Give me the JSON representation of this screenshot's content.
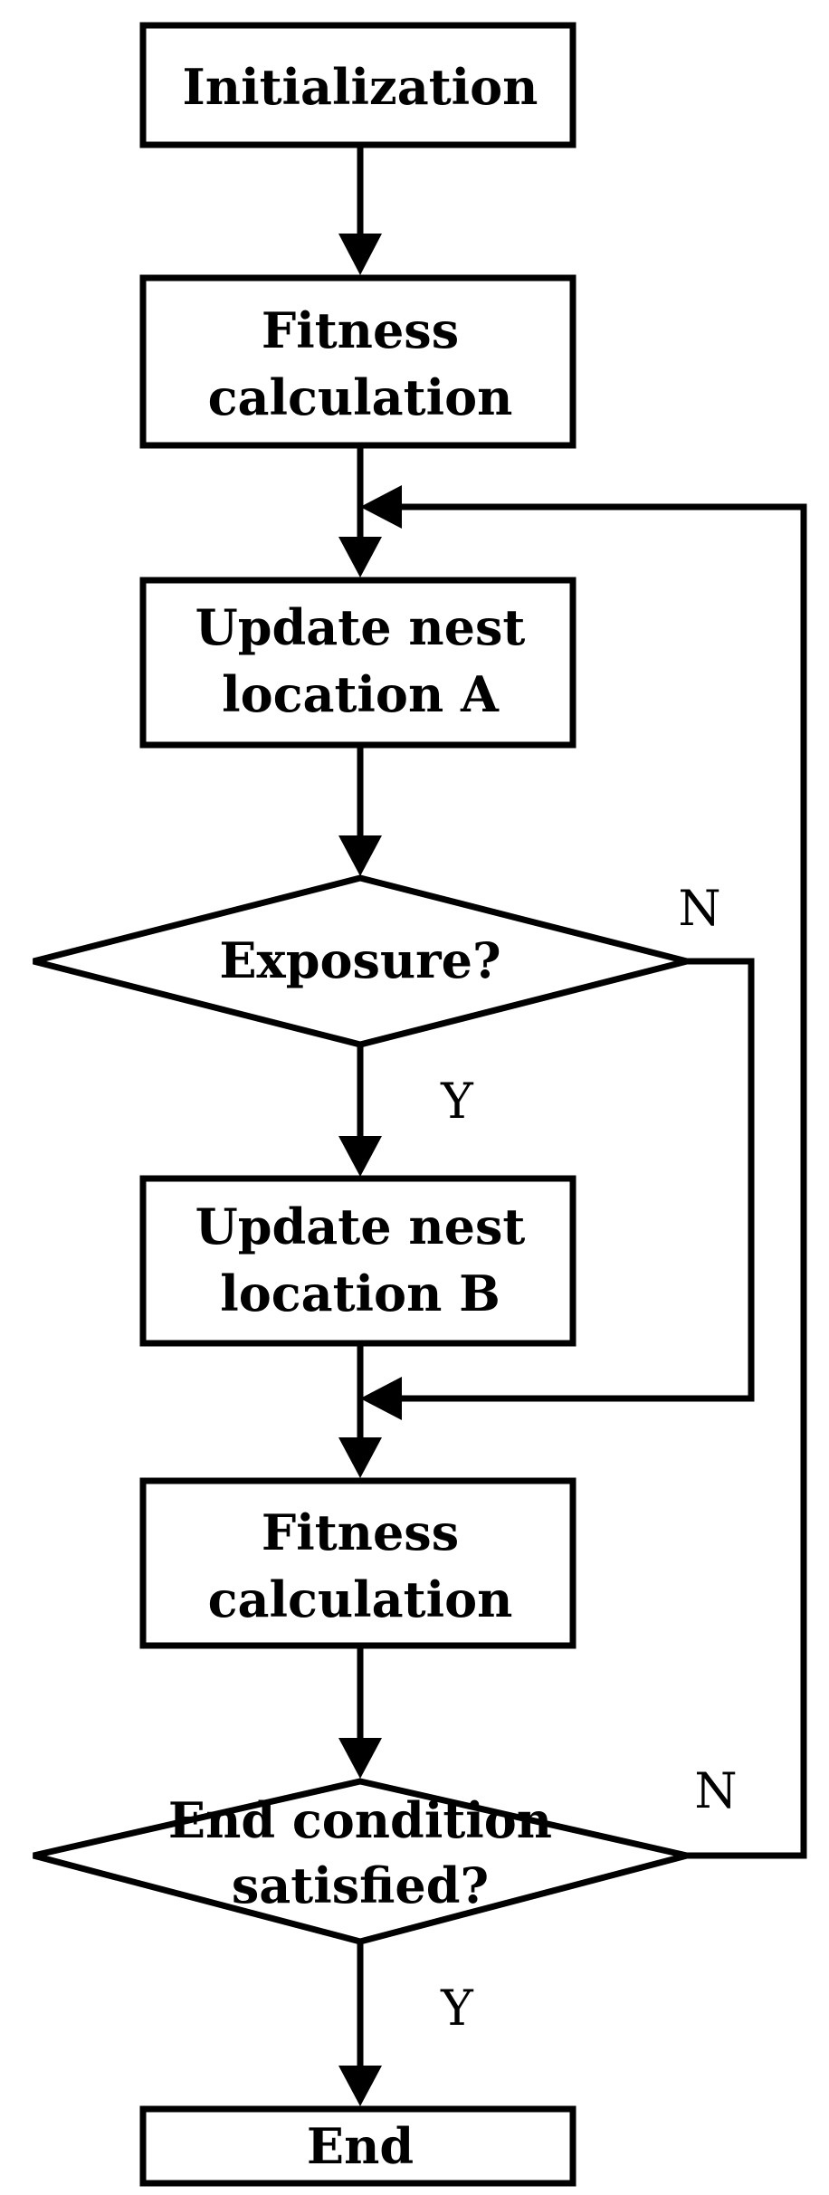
{
  "steps": {
    "initialization": "Initialization",
    "fitness1": [
      "Fitness",
      "calculation"
    ],
    "update_a": [
      "Update nest",
      "location A"
    ],
    "exposure": "Exposure?",
    "update_b": [
      "Update nest",
      "location B"
    ],
    "fitness2": [
      "Fitness",
      "calculation"
    ],
    "end_condition": [
      "End condition",
      "satisfied?"
    ],
    "end": "End"
  },
  "branches": {
    "exposure_no": "N",
    "exposure_yes": "Y",
    "end_condition_no": "N",
    "end_condition_yes": "Y"
  }
}
